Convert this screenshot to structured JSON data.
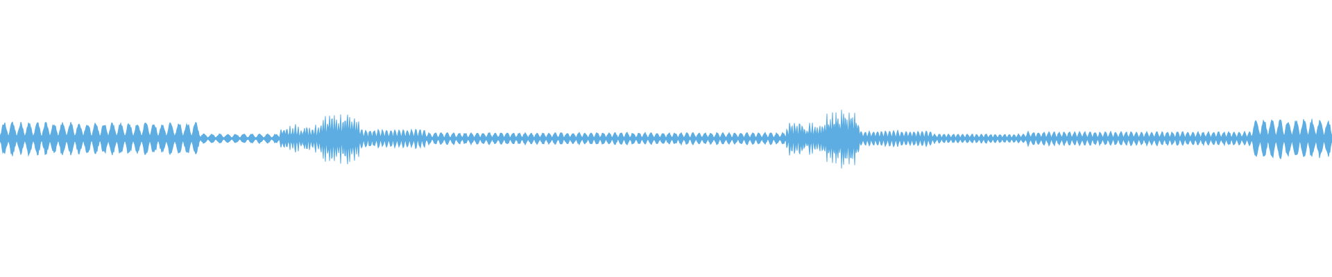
{
  "waveform": {
    "color": "#5DADE2",
    "segments": [
      {
        "from": 0.0,
        "to": 0.15,
        "level": 0.35,
        "cycles": 24
      },
      {
        "from": 0.15,
        "to": 0.21,
        "level": 0.1,
        "cycles": 10
      },
      {
        "from": 0.21,
        "to": 0.24,
        "level": 0.25,
        "cycles": 14,
        "noisy": true
      },
      {
        "from": 0.24,
        "to": 0.27,
        "level": 0.45,
        "cycles": 18,
        "noisy": true
      },
      {
        "from": 0.27,
        "to": 0.32,
        "level": 0.2,
        "cycles": 16
      },
      {
        "from": 0.32,
        "to": 0.59,
        "level": 0.13,
        "cycles": 60
      },
      {
        "from": 0.59,
        "to": 0.62,
        "level": 0.3,
        "cycles": 16,
        "noisy": true
      },
      {
        "from": 0.62,
        "to": 0.645,
        "level": 0.5,
        "cycles": 18,
        "noisy": true
      },
      {
        "from": 0.645,
        "to": 0.7,
        "level": 0.17,
        "cycles": 18
      },
      {
        "from": 0.7,
        "to": 0.77,
        "level": 0.1,
        "cycles": 20
      },
      {
        "from": 0.77,
        "to": 0.94,
        "level": 0.15,
        "cycles": 44
      },
      {
        "from": 0.94,
        "to": 1.0,
        "level": 0.42,
        "cycles": 10
      }
    ]
  }
}
